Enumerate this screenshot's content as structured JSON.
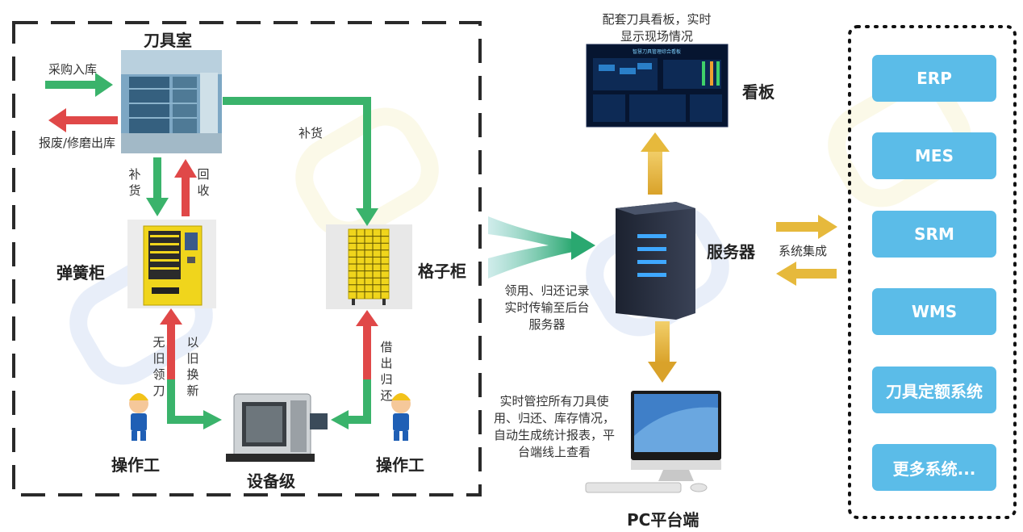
{
  "colors": {
    "green": "#3ab36b",
    "red": "#e04848",
    "gold": "#e6b93c",
    "blue_btn": "#5bbce8",
    "dash": "#2a2a2a"
  },
  "left_panel": {
    "tool_room": "刀具室",
    "purchase_in": "采购入库",
    "scrap_out": "报废/修磨出库",
    "replenish_vertical": "补货",
    "return_vertical": "回收",
    "replenish_right": "补货",
    "spring_cabinet": "弹簧柜",
    "grid_cabinet": "格子柜",
    "no_old_tool": "无旧领刀",
    "old_for_new": "以旧换新",
    "borrow_return": "借出归还",
    "operator_left": "操作工",
    "operator_right": "操作工",
    "equipment_level": "设备级"
  },
  "middle": {
    "record_text": [
      "领用、归还记录",
      "实时传输至后台",
      "服务器"
    ],
    "board_caption": [
      "配套刀具看板，实时",
      "显示现场情况"
    ],
    "board_label": "看板",
    "board_screen_title": "智慧刀具管理综合看板",
    "server_label": "服务器",
    "integration_label": "系统集成",
    "pc_text": [
      "实时管控所有刀具使",
      "用、归还、库存情况，",
      "自动生成统计报表，平",
      "台端线上查看"
    ],
    "pc_label": "PC平台端"
  },
  "systems": [
    "ERP",
    "MES",
    "SRM",
    "WMS",
    "刀具定额系统",
    "更多系统..."
  ]
}
